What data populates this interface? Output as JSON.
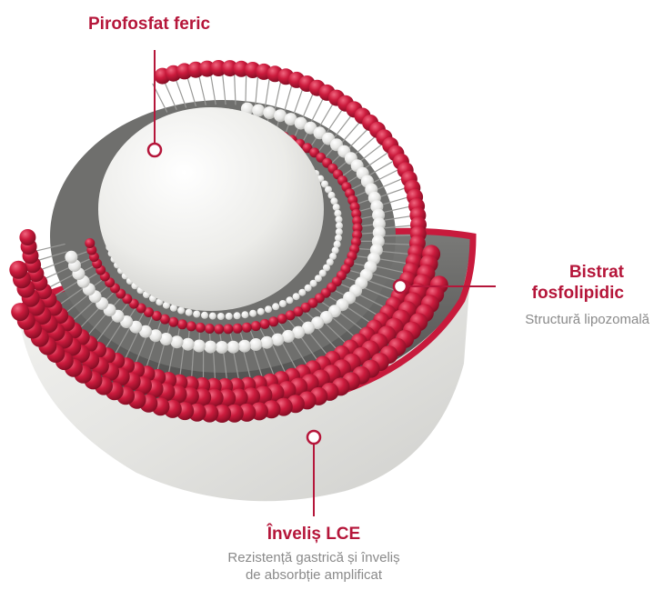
{
  "labels": {
    "iron": {
      "title": "Pirofosfat feric"
    },
    "bilayer": {
      "title_line1": "Bistrat",
      "title_line2": "fosfolipidic",
      "subtitle": "Structură lipozomală"
    },
    "coating": {
      "title": "Înveliș LCE",
      "subtitle_line1": "Rezistență gastrică și înveliș",
      "subtitle_line2": "de absorbție amplificat"
    }
  },
  "colors": {
    "accent": "#b5163a",
    "bead_red": "#c81a3c",
    "bead_white": "#eeeeee",
    "shell": "#e9e9e7",
    "sphere": "#f3f3f1",
    "subtitle": "#8a8a8a"
  }
}
